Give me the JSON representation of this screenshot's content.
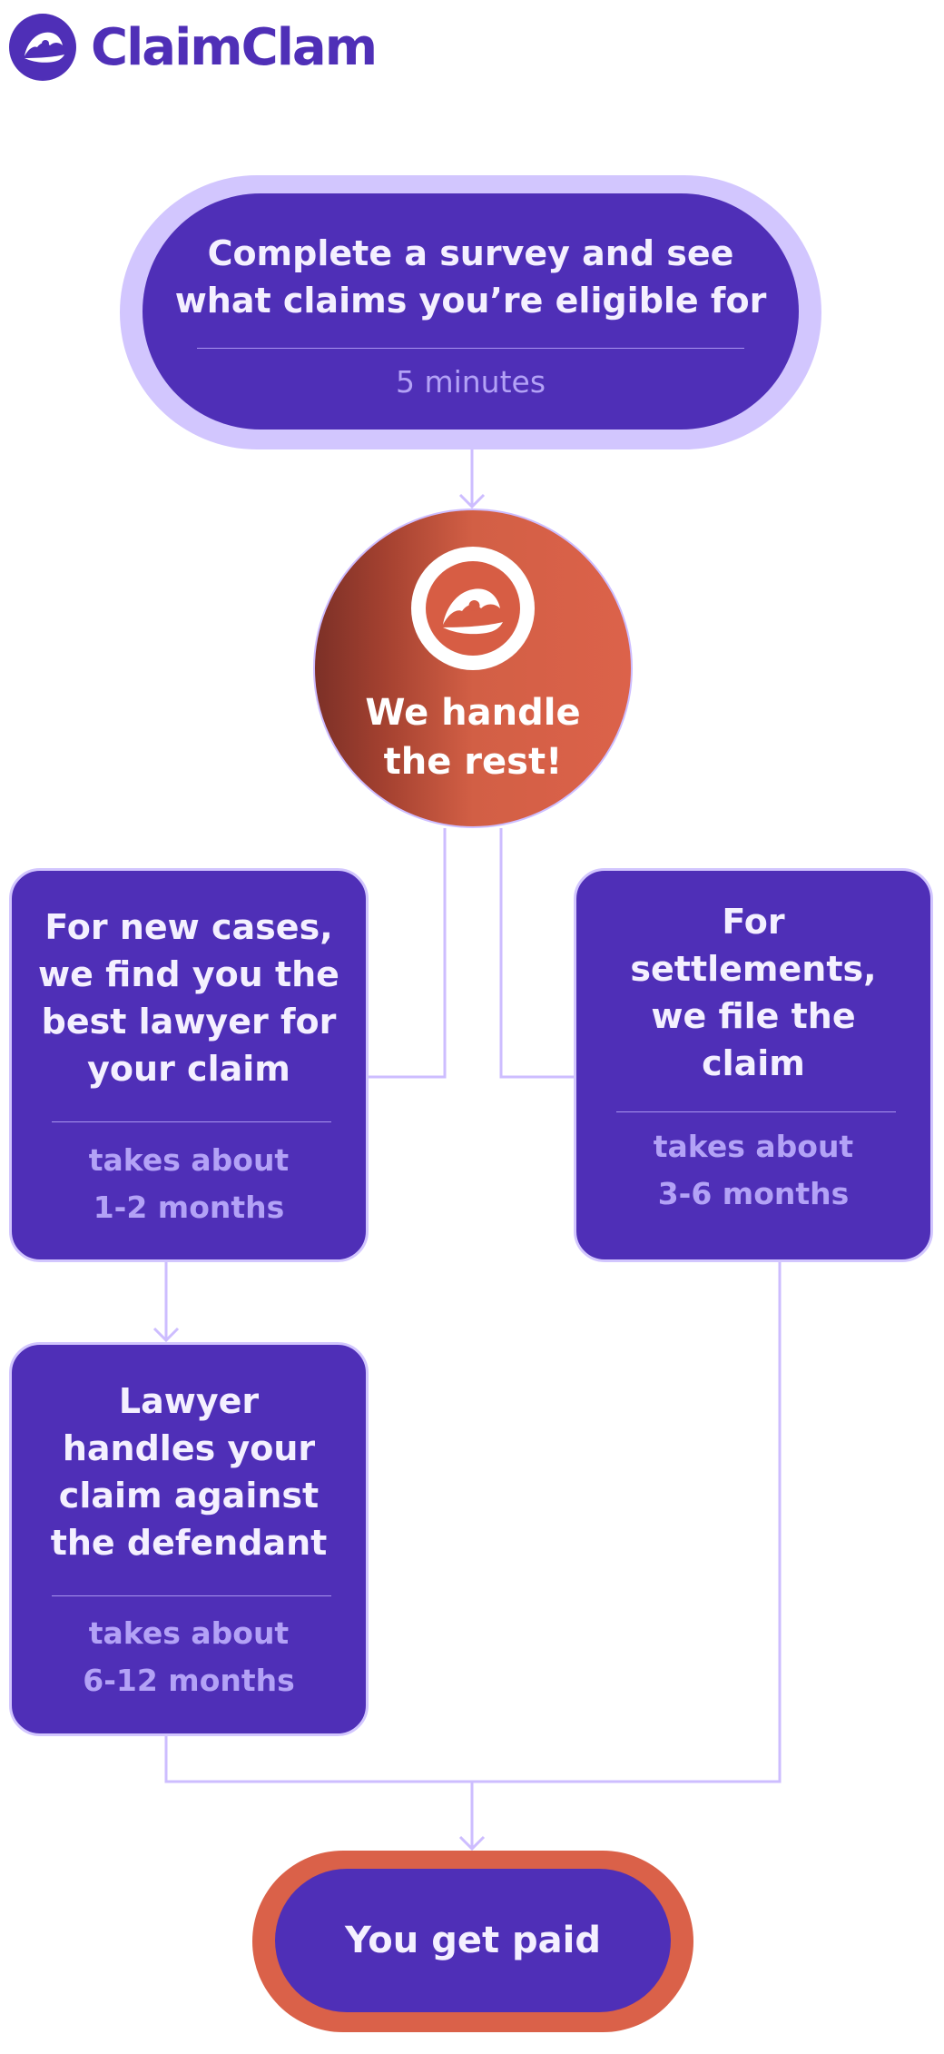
{
  "brand": {
    "name": "ClaimClam",
    "color": "#4f2fb7",
    "accent": "#da6149",
    "light": "#d2c6fe"
  },
  "steps": {
    "survey": {
      "title_line1": "Complete a survey and see",
      "title_line2": "what claims you’re eligible for",
      "duration": "5 minutes"
    },
    "handle": {
      "line1": "We handle",
      "line2": "the rest!",
      "icon": "clam-icon"
    },
    "new_cases": {
      "title_lines": [
        "For new cases,",
        "we find you the",
        "best lawyer for",
        "your claim"
      ],
      "duration_lines": [
        "takes about",
        "1-2 months"
      ]
    },
    "settlements": {
      "title_lines": [
        "For",
        "settlements,",
        "we file the",
        "claim"
      ],
      "duration_lines": [
        "takes about",
        "3-6 months"
      ]
    },
    "lawyer": {
      "title_lines": [
        "Lawyer",
        "handles your",
        "claim against",
        "the defendant"
      ],
      "duration_lines": [
        "takes about",
        "6-12 months"
      ]
    },
    "paid": {
      "title": "You get paid"
    }
  }
}
